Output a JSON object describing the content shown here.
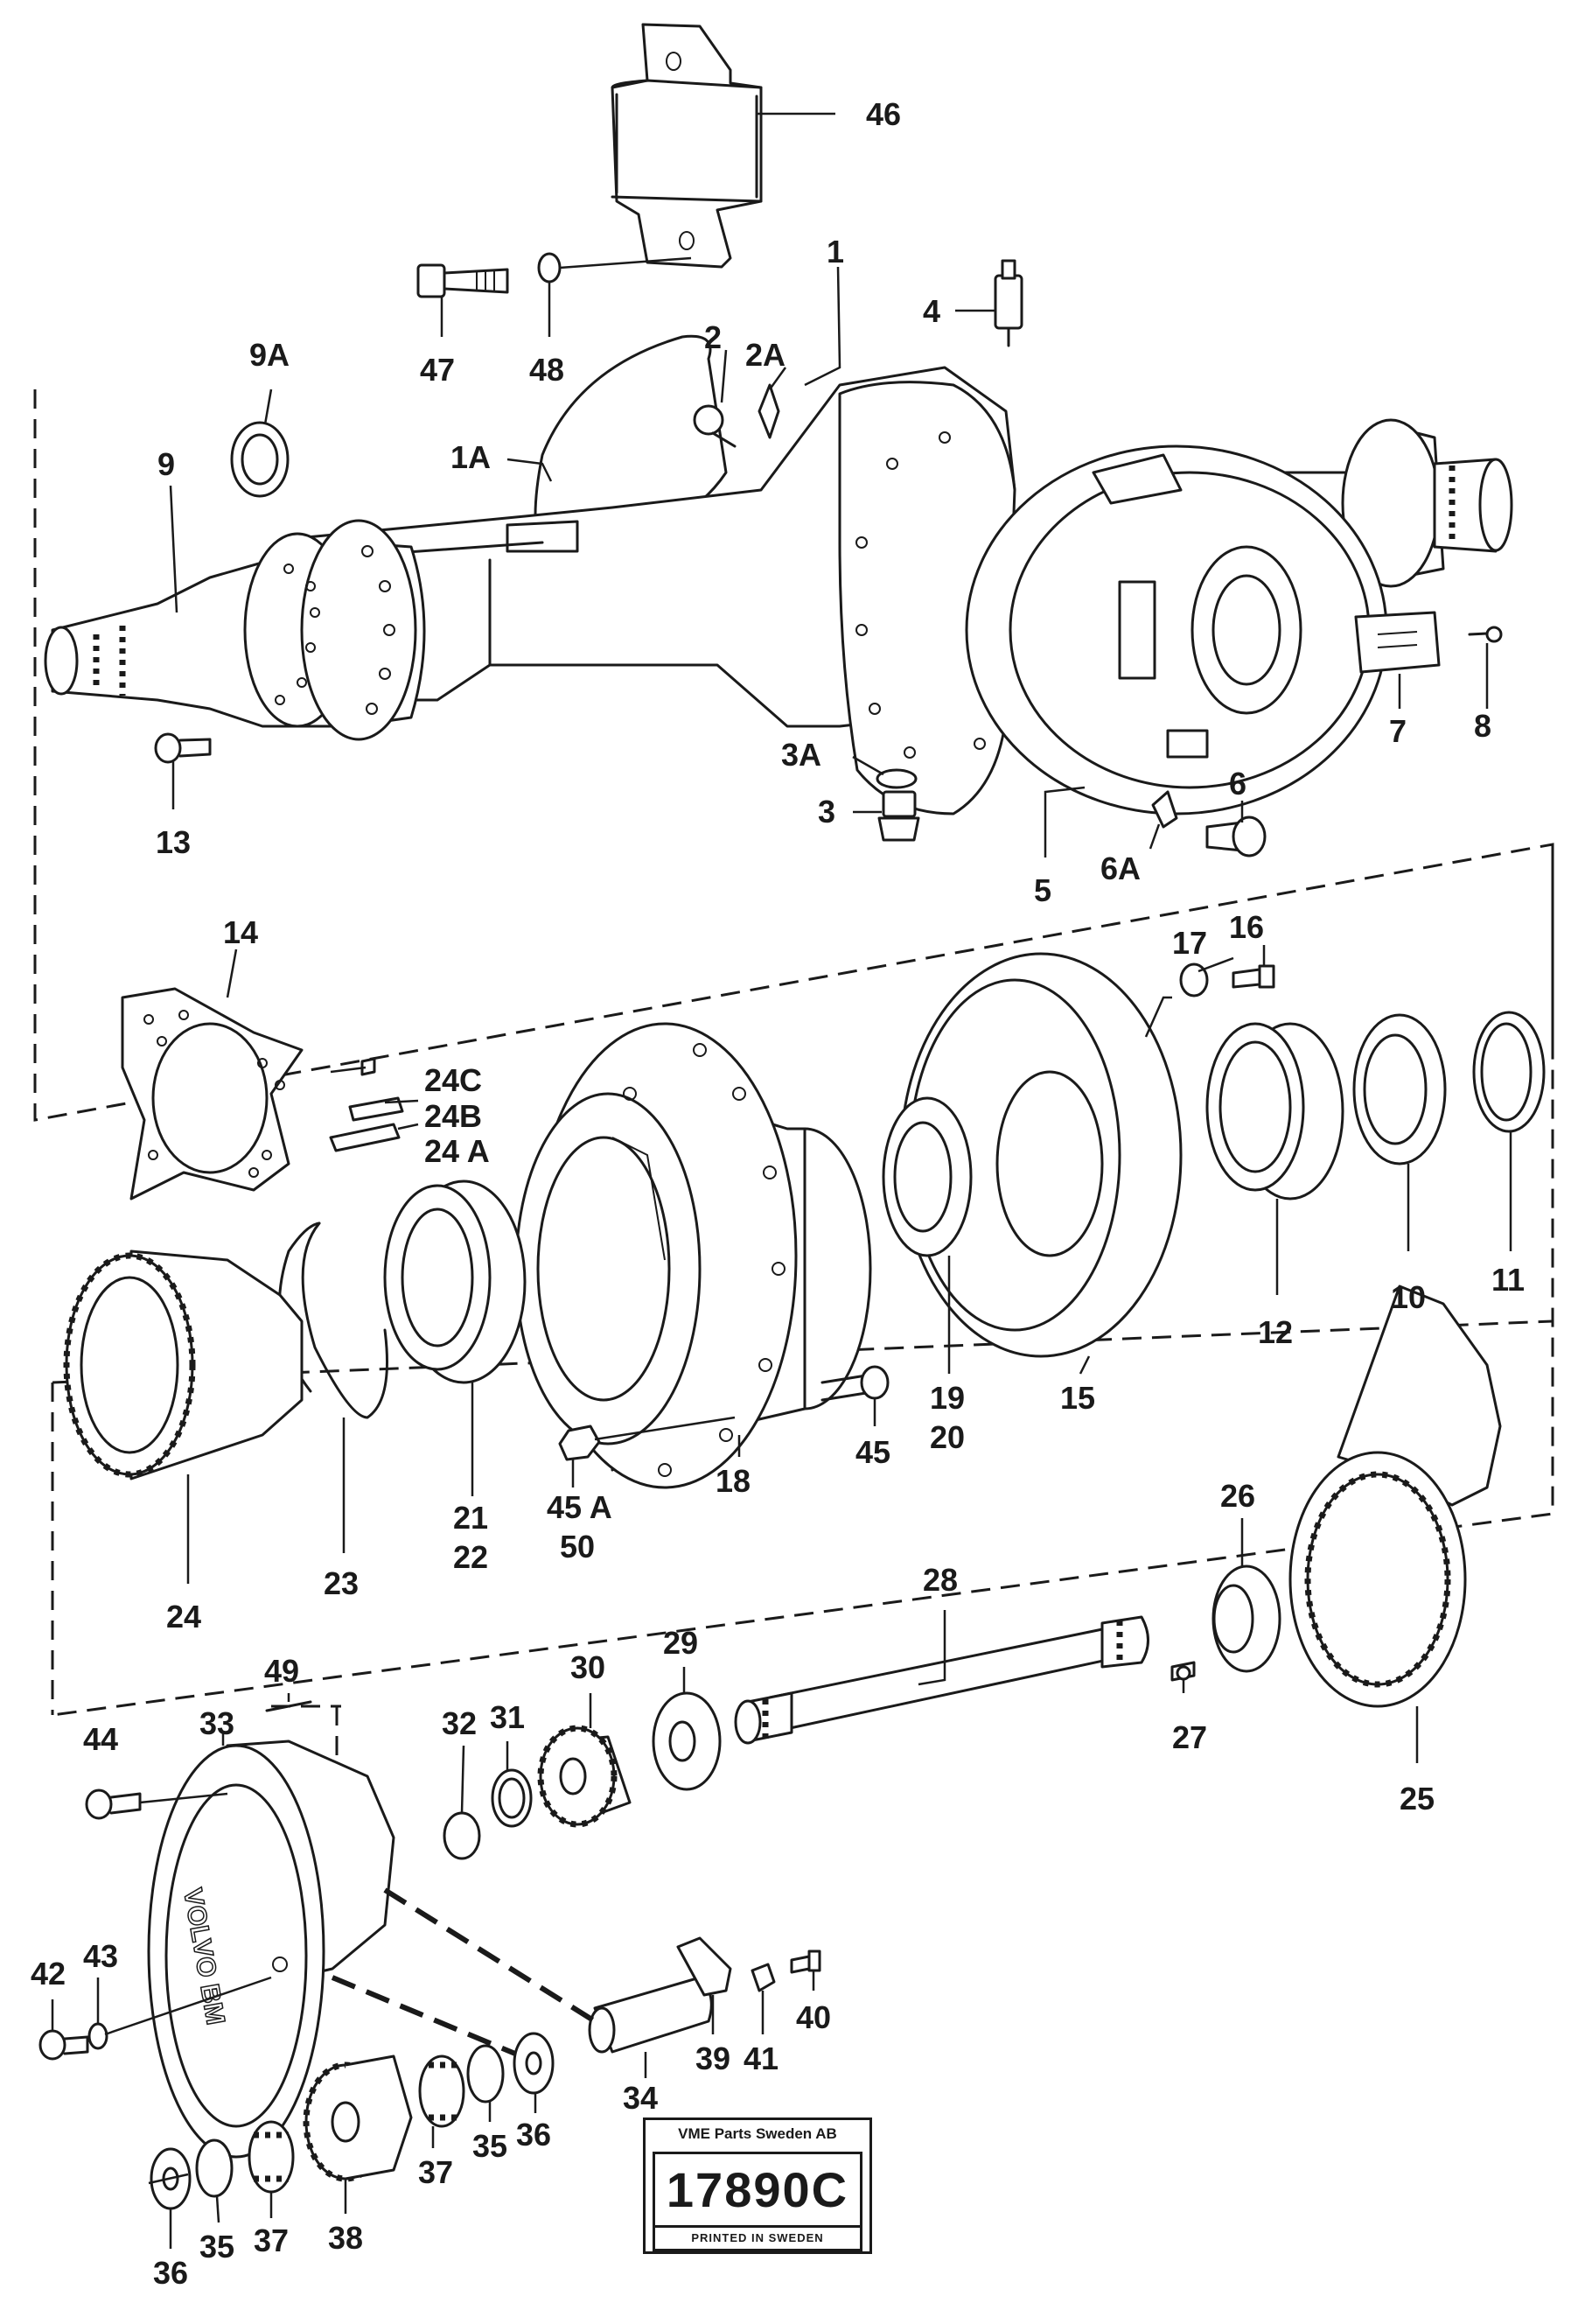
{
  "diagram": {
    "callouts": {
      "c1": "1",
      "c1A": "1A",
      "c2": "2",
      "c2A": "2A",
      "c3": "3",
      "c3A": "3A",
      "c4": "4",
      "c5": "5",
      "c6": "6",
      "c6A": "6A",
      "c7": "7",
      "c8": "8",
      "c9": "9",
      "c9A": "9A",
      "c10": "10",
      "c11": "11",
      "c12": "12",
      "c13": "13",
      "c14": "14",
      "c15": "15",
      "c16": "16",
      "c17": "17",
      "c18": "18",
      "c19": "19",
      "c20": "20",
      "c21": "21",
      "c22": "22",
      "c23": "23",
      "c24": "24",
      "c24A": "24 A",
      "c24B": "24B",
      "c24C": "24C",
      "c25": "25",
      "c26": "26",
      "c27": "27",
      "c28": "28",
      "c29": "29",
      "c30": "30",
      "c31": "31",
      "c32": "32",
      "c33": "33",
      "c34": "34",
      "c35a": "35",
      "c35b": "35",
      "c36a": "36",
      "c36b": "36",
      "c37a": "37",
      "c37b": "37",
      "c38": "38",
      "c39": "39",
      "c40": "40",
      "c41": "41",
      "c42": "42",
      "c43": "43",
      "c44": "44",
      "c45": "45",
      "c45A": "45 A",
      "c46": "46",
      "c47": "47",
      "c48": "48",
      "c49": "49",
      "c50": "50"
    },
    "cover_logo_text": "VOLVO BM"
  },
  "stamp": {
    "company": "VME Parts Sweden AB",
    "number": "17890C",
    "printed": "PRINTED IN SWEDEN"
  }
}
